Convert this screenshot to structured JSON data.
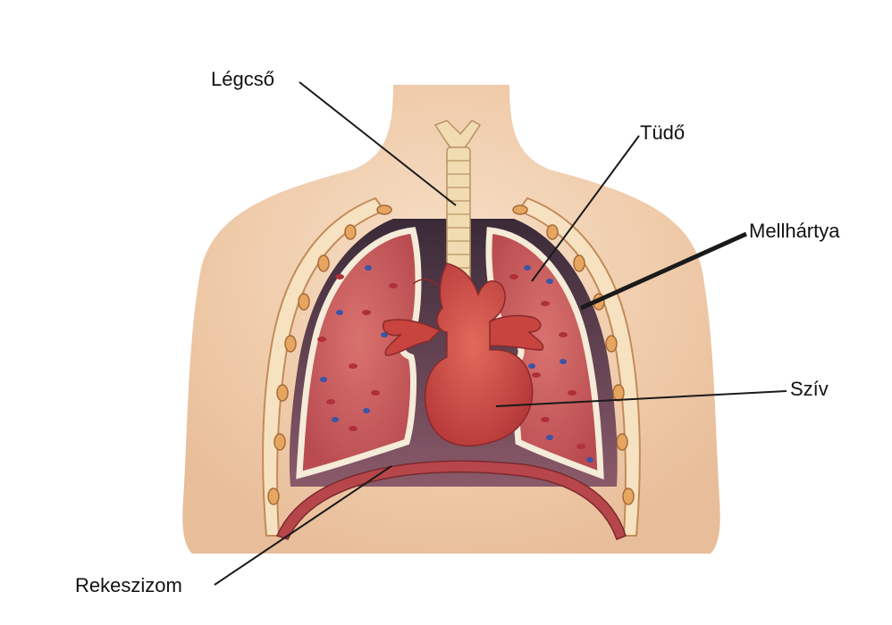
{
  "labels": {
    "trachea": "Légcső",
    "lung": "Tüdő",
    "pleura": "Mellhártya",
    "heart": "Szív",
    "diaphragm": "Rekeszizom"
  },
  "colors": {
    "skin": "#f1d2b4",
    "lung": "#c9555a",
    "heart": "#c9453f",
    "pleura": "#f4ebd8",
    "diaphragm": "#b7464a",
    "trachea": "#f0dcb0",
    "leader_line": "#1a1a1a"
  }
}
